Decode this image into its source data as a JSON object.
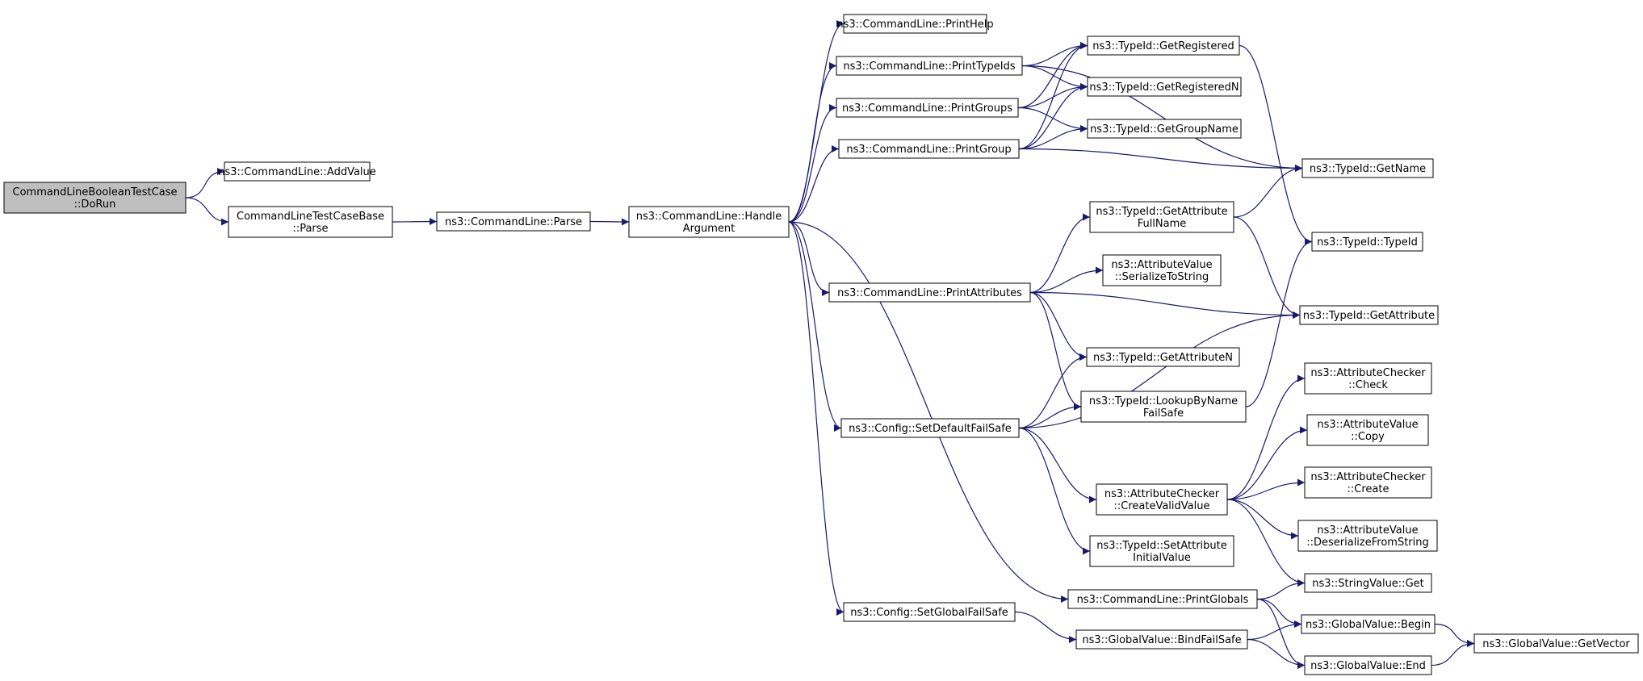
{
  "diagram": {
    "colors": {
      "node_border": "#000000",
      "node_fill": "#ffffff",
      "root_fill": "#bfbfbf",
      "edge": "#191970"
    },
    "nodes": [
      {
        "id": "dorun",
        "lines": [
          "CommandLineBooleanTestCase",
          "::DoRun"
        ],
        "root": true
      },
      {
        "id": "addvalue",
        "lines": [
          "ns3::CommandLine::AddValue"
        ]
      },
      {
        "id": "tcparse",
        "lines": [
          "CommandLineTestCaseBase",
          "::Parse"
        ]
      },
      {
        "id": "clparse",
        "lines": [
          "ns3::CommandLine::Parse"
        ]
      },
      {
        "id": "handle",
        "lines": [
          "ns3::CommandLine::Handle",
          "Argument"
        ]
      },
      {
        "id": "printhelp",
        "lines": [
          "ns3::CommandLine::PrintHelp"
        ]
      },
      {
        "id": "printtypeids",
        "lines": [
          "ns3::CommandLine::PrintTypeIds"
        ]
      },
      {
        "id": "printgroups",
        "lines": [
          "ns3::CommandLine::PrintGroups"
        ]
      },
      {
        "id": "printgroup",
        "lines": [
          "ns3::CommandLine::PrintGroup"
        ]
      },
      {
        "id": "printattributes",
        "lines": [
          "ns3::CommandLine::PrintAttributes"
        ]
      },
      {
        "id": "setdefaultfailsafe",
        "lines": [
          "ns3::Config::SetDefaultFailSafe"
        ]
      },
      {
        "id": "setglobalfailsafe",
        "lines": [
          "ns3::Config::SetGlobalFailSafe"
        ]
      },
      {
        "id": "printglobals",
        "lines": [
          "ns3::CommandLine::PrintGlobals"
        ]
      },
      {
        "id": "getregistered",
        "lines": [
          "ns3::TypeId::GetRegistered"
        ]
      },
      {
        "id": "getregisteredn",
        "lines": [
          "ns3::TypeId::GetRegisteredN"
        ]
      },
      {
        "id": "getgroupname",
        "lines": [
          "ns3::TypeId::GetGroupName"
        ]
      },
      {
        "id": "getattributefullname",
        "lines": [
          "ns3::TypeId::GetAttribute",
          "FullName"
        ]
      },
      {
        "id": "serializetostring",
        "lines": [
          "ns3::AttributeValue",
          "::SerializeToString"
        ]
      },
      {
        "id": "getattributen",
        "lines": [
          "ns3::TypeId::GetAttributeN"
        ]
      },
      {
        "id": "lookupbynamefailsafe",
        "lines": [
          "ns3::TypeId::LookupByName",
          "FailSafe"
        ]
      },
      {
        "id": "createvalidvalue",
        "lines": [
          "ns3::AttributeChecker",
          "::CreateValidValue"
        ]
      },
      {
        "id": "setattributeinitialvalue",
        "lines": [
          "ns3::TypeId::SetAttribute",
          "InitialValue"
        ]
      },
      {
        "id": "bindfailsafe",
        "lines": [
          "ns3::GlobalValue::BindFailSafe"
        ]
      },
      {
        "id": "getname",
        "lines": [
          "ns3::TypeId::GetName"
        ]
      },
      {
        "id": "typeid",
        "lines": [
          "ns3::TypeId::TypeId"
        ]
      },
      {
        "id": "getattribute",
        "lines": [
          "ns3::TypeId::GetAttribute"
        ]
      },
      {
        "id": "checkercheck",
        "lines": [
          "ns3::AttributeChecker",
          "::Check"
        ]
      },
      {
        "id": "valuecopy",
        "lines": [
          "ns3::AttributeValue",
          "::Copy"
        ]
      },
      {
        "id": "checkercreate",
        "lines": [
          "ns3::AttributeChecker",
          "::Create"
        ]
      },
      {
        "id": "deserialize",
        "lines": [
          "ns3::AttributeValue",
          "::DeserializeFromString"
        ]
      },
      {
        "id": "stringvalueget",
        "lines": [
          "ns3::StringValue::Get"
        ]
      },
      {
        "id": "gvbegin",
        "lines": [
          "ns3::GlobalValue::Begin"
        ]
      },
      {
        "id": "gvend",
        "lines": [
          "ns3::GlobalValue::End"
        ]
      },
      {
        "id": "gvgetvector",
        "lines": [
          "ns3::GlobalValue::GetVector"
        ]
      }
    ],
    "edges": [
      [
        "dorun",
        "addvalue"
      ],
      [
        "dorun",
        "tcparse"
      ],
      [
        "tcparse",
        "clparse"
      ],
      [
        "clparse",
        "handle"
      ],
      [
        "handle",
        "printhelp"
      ],
      [
        "handle",
        "printtypeids"
      ],
      [
        "handle",
        "printgroups"
      ],
      [
        "handle",
        "printgroup"
      ],
      [
        "handle",
        "printattributes"
      ],
      [
        "handle",
        "setdefaultfailsafe"
      ],
      [
        "handle",
        "setglobalfailsafe"
      ],
      [
        "handle",
        "printglobals"
      ],
      [
        "printtypeids",
        "getname"
      ],
      [
        "printtypeids",
        "getregistered"
      ],
      [
        "printtypeids",
        "getregisteredn"
      ],
      [
        "printgroups",
        "getregistered"
      ],
      [
        "printgroups",
        "getregisteredn"
      ],
      [
        "printgroups",
        "getgroupname"
      ],
      [
        "printgroup",
        "getregistered"
      ],
      [
        "printgroup",
        "getregisteredn"
      ],
      [
        "printgroup",
        "getgroupname"
      ],
      [
        "printgroup",
        "getname"
      ],
      [
        "getregistered",
        "typeid"
      ],
      [
        "printattributes",
        "getattributefullname"
      ],
      [
        "printattributes",
        "serializetostring"
      ],
      [
        "printattributes",
        "getattribute"
      ],
      [
        "printattributes",
        "getattributen"
      ],
      [
        "printattributes",
        "lookupbynamefailsafe"
      ],
      [
        "getattributefullname",
        "getname"
      ],
      [
        "getattributefullname",
        "getattribute"
      ],
      [
        "lookupbynamefailsafe",
        "typeid"
      ],
      [
        "setdefaultfailsafe",
        "getattributen"
      ],
      [
        "setdefaultfailsafe",
        "lookupbynamefailsafe"
      ],
      [
        "setdefaultfailsafe",
        "getattribute"
      ],
      [
        "setdefaultfailsafe",
        "createvalidvalue"
      ],
      [
        "setdefaultfailsafe",
        "setattributeinitialvalue"
      ],
      [
        "createvalidvalue",
        "checkercheck"
      ],
      [
        "createvalidvalue",
        "valuecopy"
      ],
      [
        "createvalidvalue",
        "checkercreate"
      ],
      [
        "createvalidvalue",
        "deserialize"
      ],
      [
        "createvalidvalue",
        "stringvalueget"
      ],
      [
        "setglobalfailsafe",
        "bindfailsafe"
      ],
      [
        "printglobals",
        "stringvalueget"
      ],
      [
        "printglobals",
        "gvbegin"
      ],
      [
        "printglobals",
        "gvend"
      ],
      [
        "bindfailsafe",
        "gvbegin"
      ],
      [
        "bindfailsafe",
        "gvend"
      ],
      [
        "gvbegin",
        "gvgetvector"
      ],
      [
        "gvend",
        "gvgetvector"
      ]
    ]
  }
}
